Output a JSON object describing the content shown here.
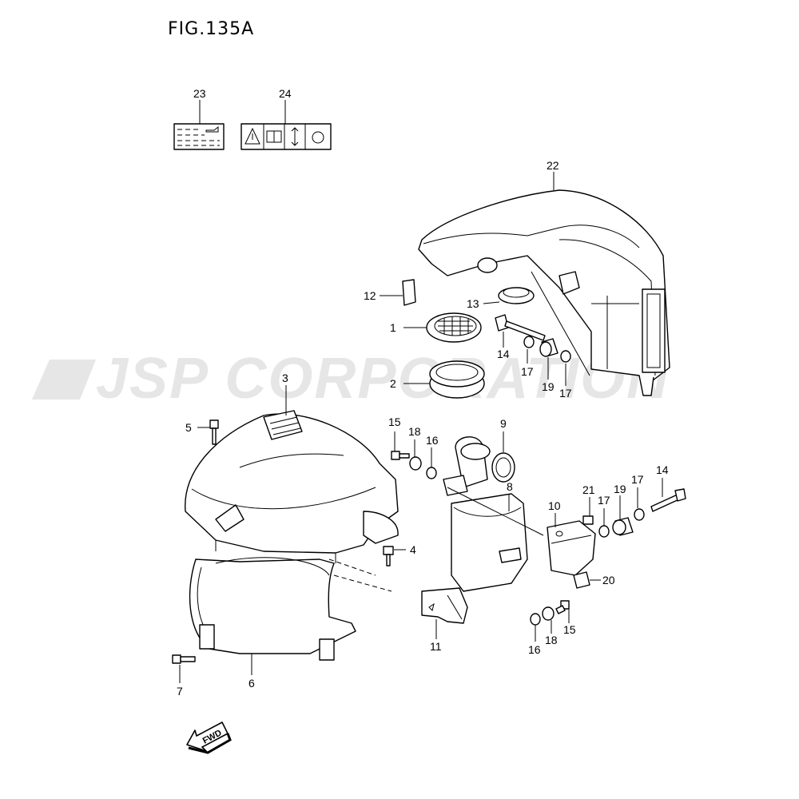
{
  "figure": {
    "title": "FIG.135A"
  },
  "watermark": {
    "text": "JSP CORPORATION",
    "color": "#e6e6e6"
  },
  "fwd_arrow": {
    "label": "FWD"
  },
  "parts": [
    {
      "ref": "1"
    },
    {
      "ref": "2"
    },
    {
      "ref": "3"
    },
    {
      "ref": "4"
    },
    {
      "ref": "5"
    },
    {
      "ref": "6"
    },
    {
      "ref": "7"
    },
    {
      "ref": "8"
    },
    {
      "ref": "9"
    },
    {
      "ref": "10"
    },
    {
      "ref": "11"
    },
    {
      "ref": "12"
    },
    {
      "ref": "13"
    },
    {
      "ref": "14"
    },
    {
      "ref": "14"
    },
    {
      "ref": "15"
    },
    {
      "ref": "15"
    },
    {
      "ref": "16"
    },
    {
      "ref": "16"
    },
    {
      "ref": "17"
    },
    {
      "ref": "17"
    },
    {
      "ref": "17"
    },
    {
      "ref": "17"
    },
    {
      "ref": "18"
    },
    {
      "ref": "18"
    },
    {
      "ref": "19"
    },
    {
      "ref": "19"
    },
    {
      "ref": "20"
    },
    {
      "ref": "21"
    },
    {
      "ref": "22"
    },
    {
      "ref": "23"
    },
    {
      "ref": "24"
    }
  ]
}
